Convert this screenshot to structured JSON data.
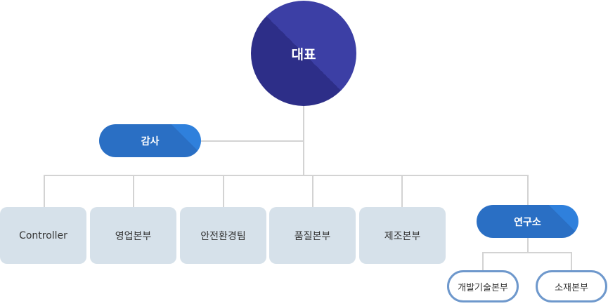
{
  "ceo": "대표",
  "audit": "감사",
  "departments": [
    "Controller",
    "영업본부",
    "안전환경팀",
    "품질본부",
    "제조본부"
  ],
  "lab": {
    "label": "연구소",
    "children": [
      "개발기술본부",
      "소재본부"
    ]
  },
  "colors": {
    "circle_dark": "#2d2e88",
    "circle_light": "#3c3fa5",
    "pill": "#2a6fc4",
    "pill_light": "#2f80dc",
    "box": "#d6e1ea",
    "outline": "#6e98cc",
    "line": "#d3d3d3"
  }
}
